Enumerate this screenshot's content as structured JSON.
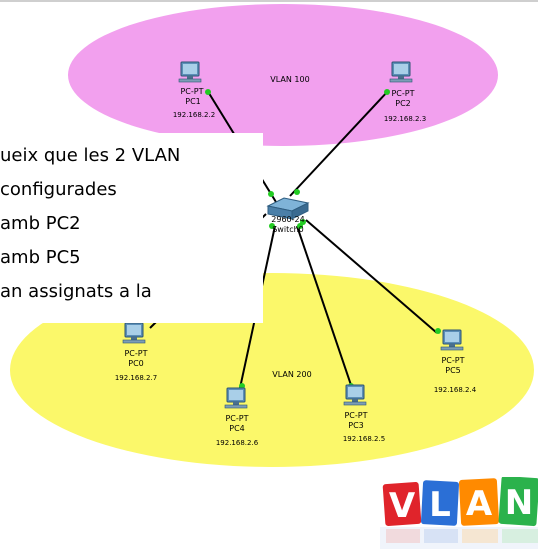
{
  "diagram": {
    "vlans": [
      {
        "label": "VLAN 100",
        "color": "#f2a0ee"
      },
      {
        "label": "VLAN 200",
        "color": "#fbf86a"
      }
    ],
    "switch": {
      "label": "Switch0",
      "partial_label": "2960-24"
    },
    "devices": [
      {
        "id": "PC1",
        "type": "PC-PT",
        "name": "PC1",
        "ip": "192.168.2.2"
      },
      {
        "id": "PC2",
        "type": "PC-PT",
        "name": "PC2",
        "ip": "192.168.2.3"
      },
      {
        "id": "PC0",
        "type": "PC-PT",
        "name": "PC0",
        "ip": "192.168.2.7"
      },
      {
        "id": "PC4",
        "type": "PC-PT",
        "name": "PC4",
        "ip": "192.168.2.6"
      },
      {
        "id": "PC3",
        "type": "PC-PT",
        "name": "PC3",
        "ip": "192.168.2.5"
      },
      {
        "id": "PC5",
        "type": "PC-PT",
        "name": "PC5",
        "ip": "192.168.2.4"
      }
    ],
    "link_status_color": "#22cc22"
  },
  "overlay_text": [
    "ueix que les 2 VLAN",
    " configurades",
    " amb PC2",
    " amb PC5",
    "an assignats a la"
  ],
  "logo": {
    "letters": [
      "V",
      "L",
      "A",
      "N"
    ],
    "colors": [
      "#e0242b",
      "#2b6fd6",
      "#ff8a00",
      "#2bb24c"
    ]
  }
}
